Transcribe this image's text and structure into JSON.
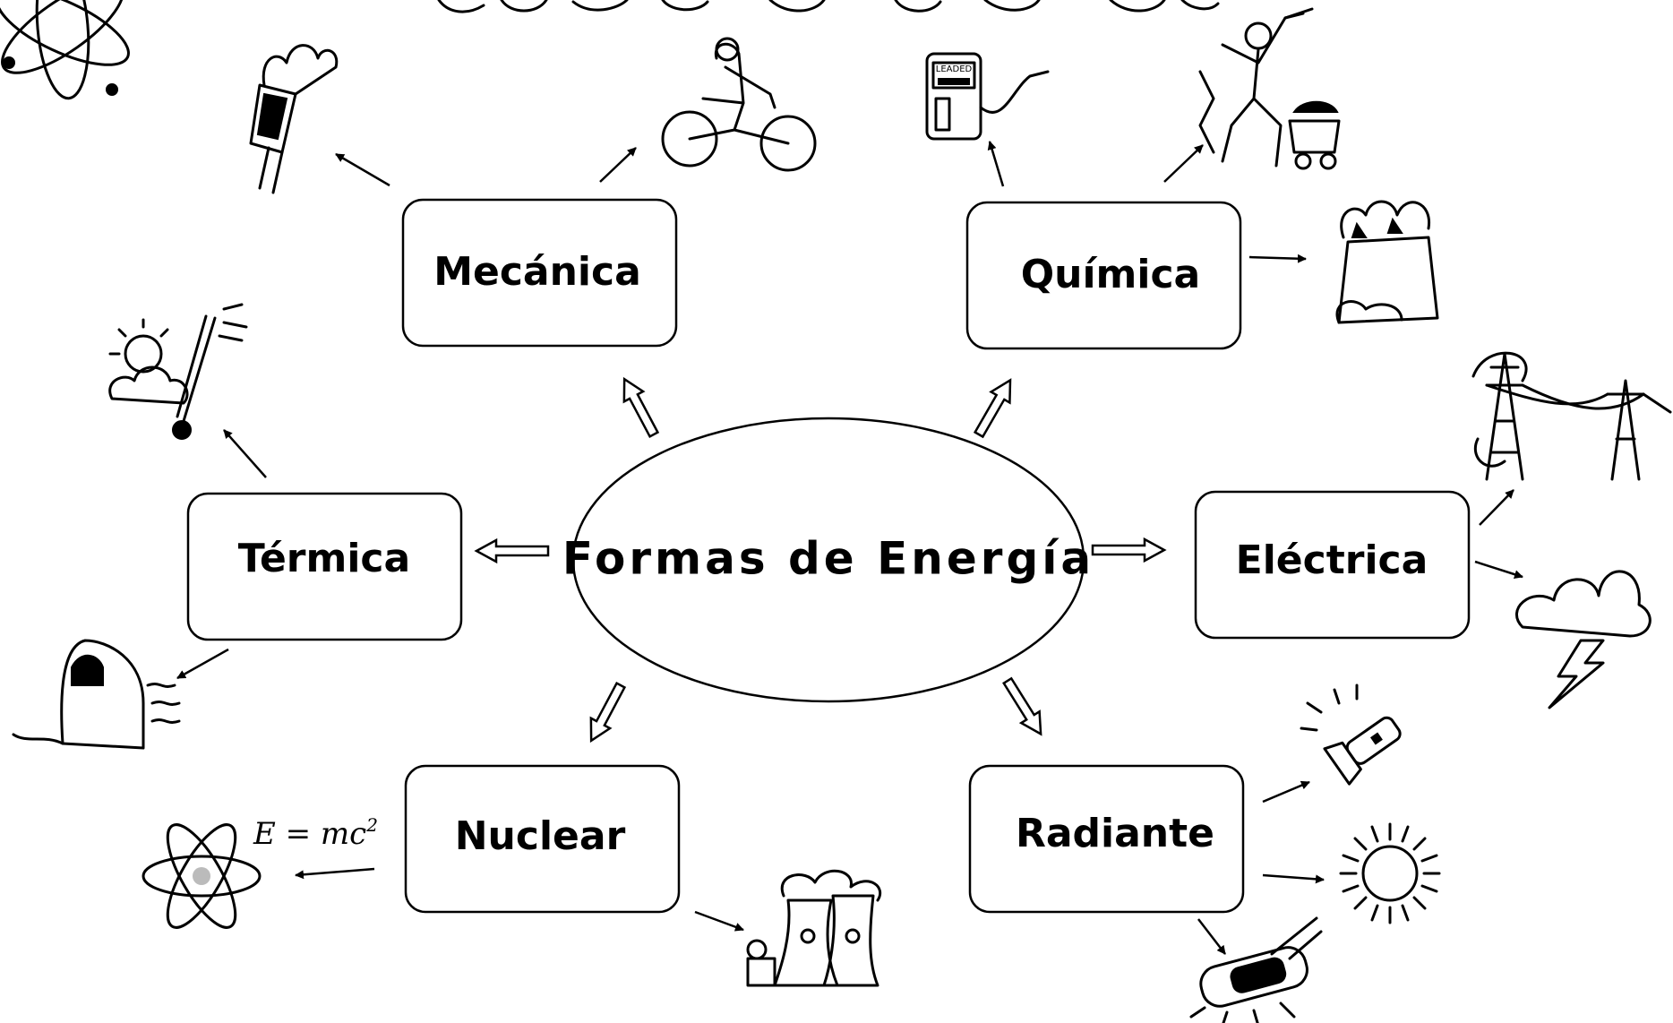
{
  "diagram": {
    "center": {
      "label": "Formas de Energía"
    },
    "boxes": {
      "mecanica": "Mecánica",
      "quimica": "Química",
      "termica": "Térmica",
      "electrica": "Eléctrica",
      "nuclear": "Nuclear",
      "radiante": "Radiante"
    },
    "formula": {
      "lhs": "E = mc",
      "exp": "2"
    },
    "pump_label": "LEADED",
    "icons": [
      "atom-icon",
      "torch-icon",
      "cyclist-icon",
      "gas-pump-icon",
      "miner-icon",
      "grocery-bag-icon",
      "thermometer-weather-icon",
      "power-lines-icon",
      "iron-icon",
      "storm-cloud-icon",
      "atom-icon",
      "nuclear-plant-icon",
      "flashlight-icon",
      "sun-icon",
      "radio-icon"
    ]
  }
}
